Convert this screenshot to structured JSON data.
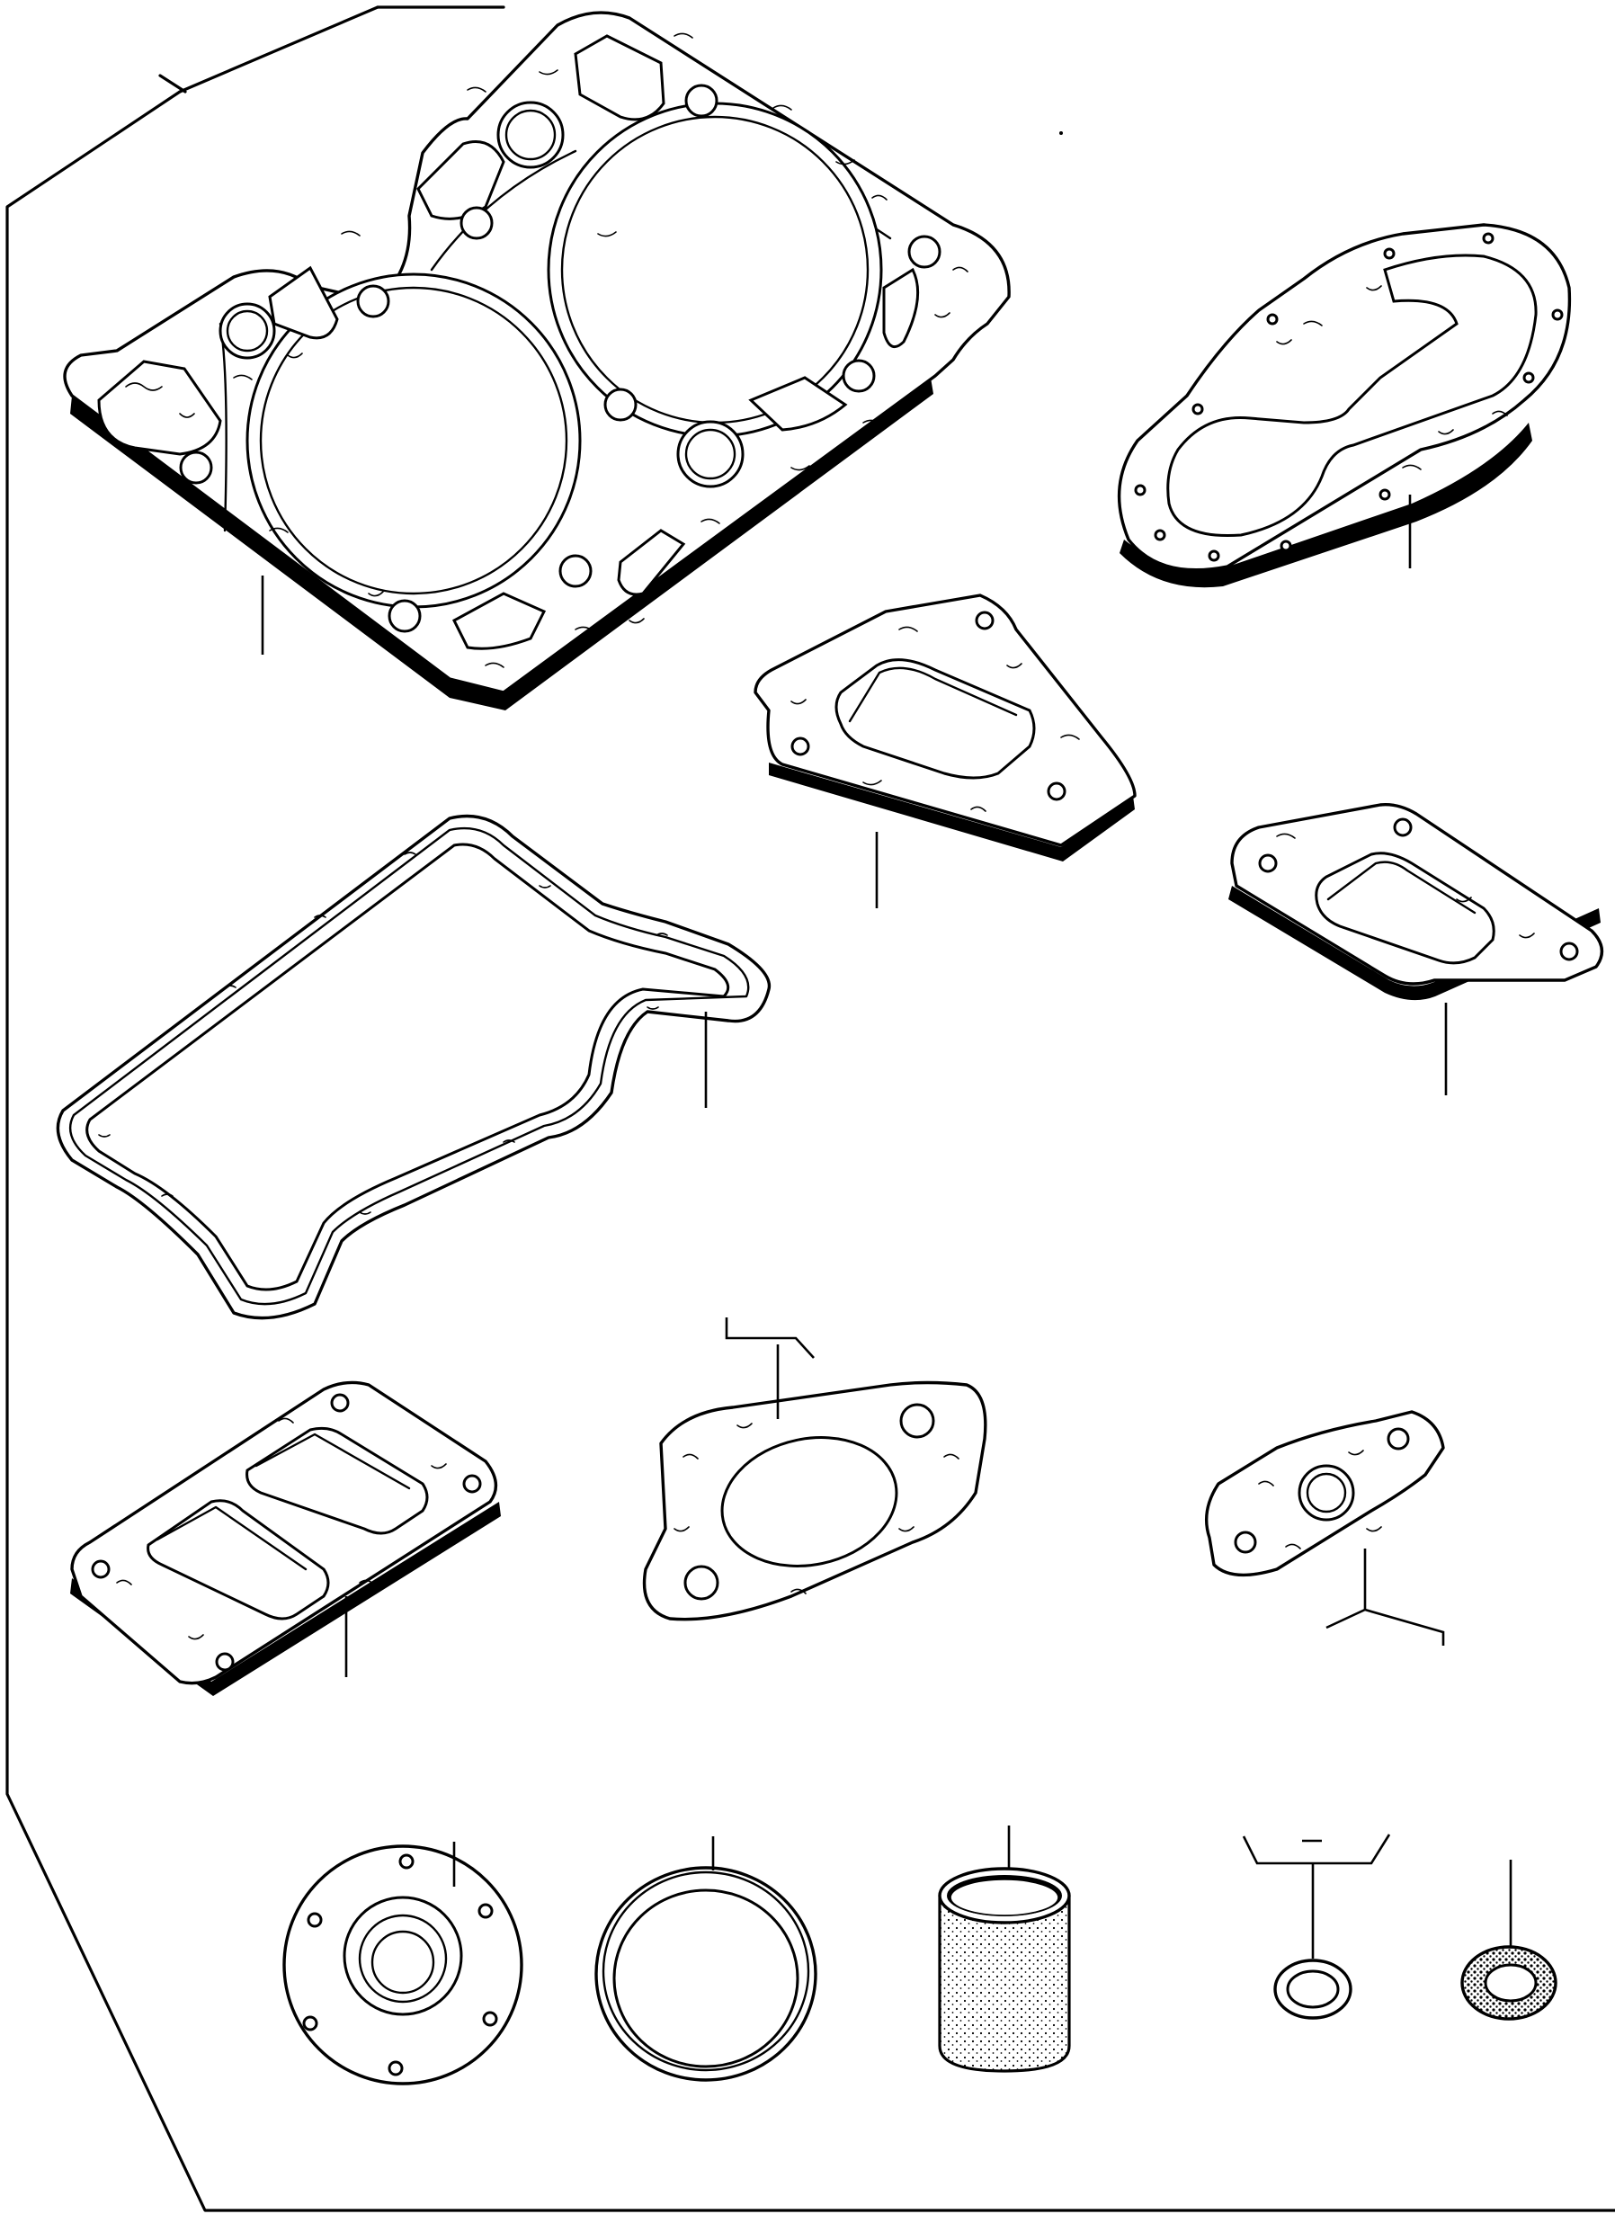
{
  "figure": {
    "type": "exploded parts diagram",
    "line_color": "#000000",
    "background_color": "#ffffff",
    "parts": [
      {
        "id": "cylinder-head-gasket"
      },
      {
        "id": "gear-case-gasket"
      },
      {
        "id": "outlet-flange-gasket"
      },
      {
        "id": "rectangular-port-gasket"
      },
      {
        "id": "rocker-cover-gasket"
      },
      {
        "id": "twin-port-manifold-gasket"
      },
      {
        "id": "round-port-flange-gasket"
      },
      {
        "id": "small-flange-gasket"
      },
      {
        "id": "flanged-oil-seal"
      },
      {
        "id": "o-ring-seal"
      },
      {
        "id": "cylindrical-bushing"
      },
      {
        "id": "sealing-washer"
      },
      {
        "id": "knurled-sealing-washer"
      }
    ]
  }
}
